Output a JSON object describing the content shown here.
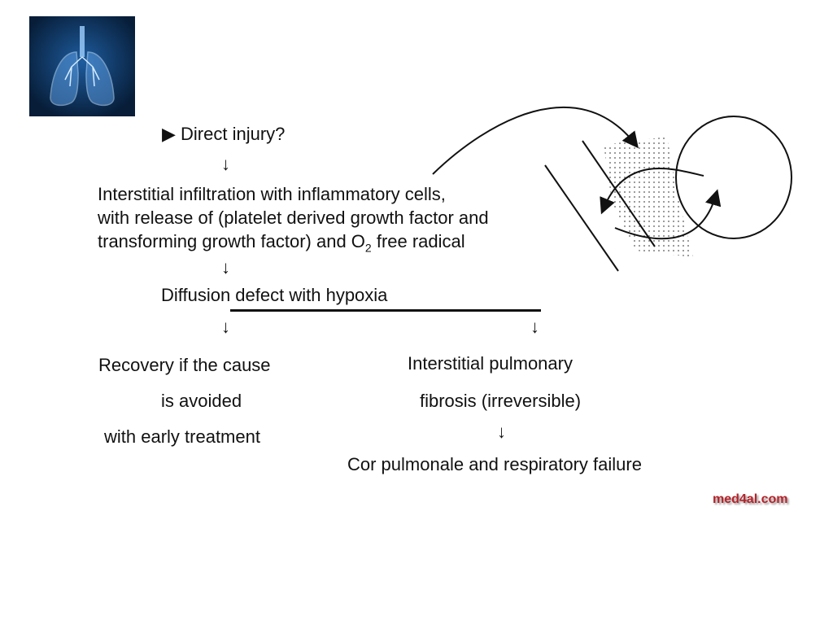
{
  "flow": {
    "step1": "▶ Direct injury?",
    "step2_line1": "Interstitial infiltration with inflammatory cells,",
    "step2_line2": "with release of (platelet derived growth factor and",
    "step2_line3_pre": "transforming growth factor) and O",
    "step2_line3_sub": "2",
    "step2_line3_post": " free radical",
    "step3": "Diffusion defect with hypoxia",
    "left_branch": [
      "Recovery if the cause",
      "is avoided",
      "with early treatment"
    ],
    "right_branch": [
      "Interstitial pulmonary",
      "fibrosis (irreversible)"
    ],
    "final": "Cor pulmonale and respiratory failure",
    "arrow_glyph": "↓"
  },
  "watermark": "med4al.com",
  "colors": {
    "logo_bg": "#0b2c52",
    "lung_glow": "#7fb8ff",
    "watermark": "#b5232a"
  },
  "icons": {
    "logo": "lungs-icon"
  }
}
